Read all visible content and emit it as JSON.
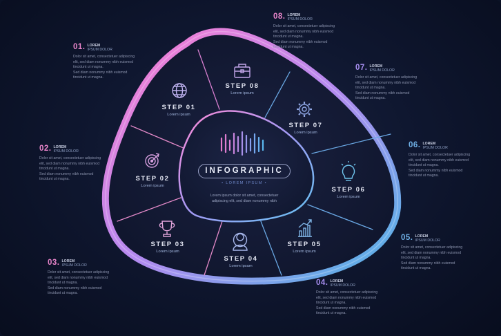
{
  "center": {
    "title": "INFOGRAPHIC",
    "subtitle": "• LOREM IPSUM •",
    "text": [
      "Lorem ipsum dolor sit amet, consectetuer",
      "adipiscing elit, sed diam nonummy nibh"
    ]
  },
  "steps": [
    {
      "title": "STEP 01",
      "sub": "Lorem ipsum",
      "icon": "globe-icon"
    },
    {
      "title": "STEP 02",
      "sub": "Lorem ipsum",
      "icon": "target-icon"
    },
    {
      "title": "STEP 03",
      "sub": "Lorem ipsum",
      "icon": "trophy-icon"
    },
    {
      "title": "STEP 04",
      "sub": "Lorem ipsum",
      "icon": "person-icon"
    },
    {
      "title": "STEP 05",
      "sub": "Lorem ipsum",
      "icon": "chart-icon"
    },
    {
      "title": "STEP 06",
      "sub": "Lorem ipsum",
      "icon": "lightbulb-icon"
    },
    {
      "title": "STEP 07",
      "sub": "Lorem ipsum",
      "icon": "gear-icon"
    },
    {
      "title": "STEP 08",
      "sub": "Lorem ipsum",
      "icon": "briefcase-icon"
    }
  ],
  "blocks": [
    {
      "num": "01.",
      "line1": "LOREM",
      "line2": "IPSUM DOLOR",
      "body": [
        "Dolor sit amet, consectetuer adipiscing",
        "elit, sed diam nonummy nibh euismod",
        "tincidunt ut magna.",
        "Sed diam nonummy nibh euismod",
        "tincidunt ut magna."
      ]
    },
    {
      "num": "02.",
      "line1": "LOREM",
      "line2": "IPSUM DOLOR",
      "body": [
        "Dolor sit amet, consectetuer adipiscing",
        "elit, sed diam nonummy nibh euismod",
        "tincidunt ut magna.",
        "Sed diam nonummy nibh euismod",
        "tincidunt ut magna."
      ]
    },
    {
      "num": "03.",
      "line1": "LOREM",
      "line2": "IPSUM DOLOR",
      "body": [
        "Dolor sit amet, consectetuer adipiscing",
        "elit, sed diam nonummy nibh euismod",
        "tincidunt ut magna.",
        "Sed diam nonummy nibh euismod",
        "tincidunt ut magna."
      ]
    },
    {
      "num": "04.",
      "line1": "LOREM",
      "line2": "IPSUM DOLOR",
      "body": [
        "Dolor sit amet, consectetuer adipiscing",
        "elit, sed diam nonummy nibh euismod",
        "tincidunt ut magna.",
        "Sed diam nonummy nibh euismod",
        "tincidunt ut magna."
      ]
    },
    {
      "num": "05.",
      "line1": "LOREM",
      "line2": "IPSUM DOLOR",
      "body": [
        "Dolor sit amet, consectetuer adipiscing",
        "elit, sed diam nonummy nibh euismod",
        "tincidunt ut magna.",
        "Sed diam nonummy nibh euismod",
        "tincidunt ut magna."
      ]
    },
    {
      "num": "06.",
      "line1": "LOREM",
      "line2": "IPSUM DOLOR",
      "body": [
        "Dolor sit amet, consectetuer adipiscing",
        "elit, sed diam nonummy nibh euismod",
        "tincidunt ut magna.",
        "Sed diam nonummy nibh euismod",
        "tincidunt ut magna."
      ]
    },
    {
      "num": "07.",
      "line1": "LOREM",
      "line2": "IPSUM DOLOR",
      "body": [
        "Dolor sit amet, consectetuer adipiscing",
        "elit, sed diam nonummy nibh euismod",
        "tincidunt ut magna.",
        "Sed diam nonummy nibh euismod",
        "tincidunt ut magna."
      ]
    },
    {
      "num": "08.",
      "line1": "LOREM",
      "line2": "IPSUM DOLOR",
      "body": [
        "Dolor sit amet, consectetuer adipiscing",
        "elit, sed diam nonummy nibh euismod",
        "tincidunt ut magna.",
        "Sed diam nonummy nibh euismod",
        "tincidunt ut magna."
      ]
    }
  ],
  "colors": {
    "pink": "#f07acb",
    "violet": "#9d8cf2",
    "blue": "#5fb4e8",
    "background": "#0b1226"
  }
}
